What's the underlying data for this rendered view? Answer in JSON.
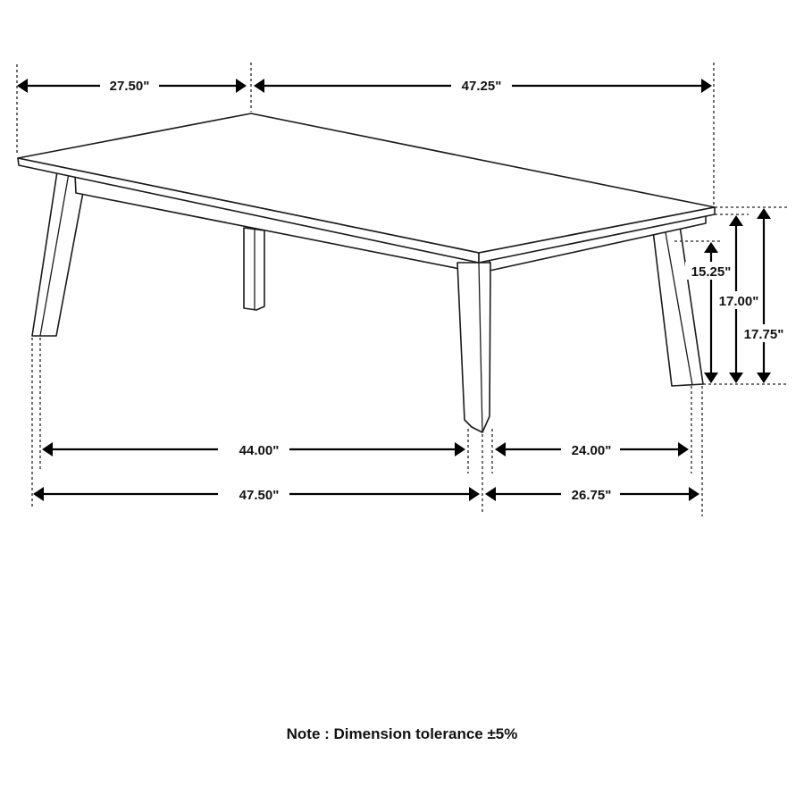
{
  "diagram": {
    "subject": "rectangular coffee table with angled tapered legs",
    "dimensions": {
      "top_depth": "27.50\"",
      "top_length": "47.25\"",
      "apron_height": "15.25\"",
      "leg_height": "17.00\"",
      "total_height": "17.75\"",
      "inner_leg_span_length": "44.00\"",
      "inner_leg_span_depth": "24.00\"",
      "outer_leg_span_length": "47.50\"",
      "outer_leg_span_depth": "26.75\""
    },
    "note": "Note : Dimension tolerance ±5%"
  }
}
